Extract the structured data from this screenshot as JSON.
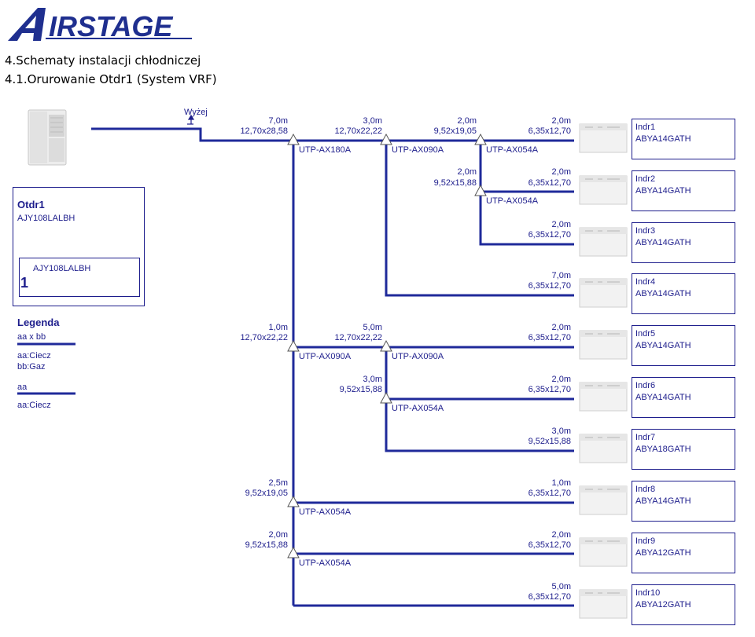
{
  "logo": {
    "text": "AIRSTAGE",
    "color": "#1f2f8f"
  },
  "headings": {
    "section": "4.Schematy instalacji chłodniczej",
    "subsection": "4.1.Orurowanie Otdr1 (System VRF)"
  },
  "colors": {
    "pipe": "#1f2a9a",
    "text": "#1d1d8c"
  },
  "outdoor": {
    "name": "Otdr1",
    "model": "AJY108LALBH",
    "inner_model": "AJY108LALBH",
    "count": "1"
  },
  "height_note": "Wyżej",
  "legend": {
    "title": "Legenda",
    "line1_label": "aa x bb",
    "line1_desc1": "aa:Ciecz",
    "line1_desc2": "bb:Gaz",
    "line2_label": "aa",
    "line2_desc": "aa:Ciecz"
  },
  "main_pipe": {
    "length": "7,0m",
    "size": "12,70x28,58"
  },
  "branch_pipes": [
    {
      "length": "3,0m",
      "size": "12,70x22,22"
    },
    {
      "length": "2,0m",
      "size": "9,52x19,05"
    },
    {
      "length": "2,0m",
      "size": "9,52x15,88"
    },
    {
      "length": "1,0m",
      "size": "12,70x22,22"
    },
    {
      "length": "5,0m",
      "size": "12,70x22,22"
    },
    {
      "length": "3,0m",
      "size": "9,52x15,88"
    },
    {
      "length": "2,5m",
      "size": "9,52x19,05"
    },
    {
      "length": "2,0m",
      "size": "9,52x15,88"
    }
  ],
  "joints": [
    "UTP-AX180A",
    "UTP-AX090A",
    "UTP-AX054A",
    "UTP-AX054A",
    "UTP-AX090A",
    "UTP-AX090A",
    "UTP-AX054A",
    "UTP-AX054A",
    "UTP-AX054A"
  ],
  "indoor_units": [
    {
      "name": "Indr1",
      "model": "ABYA14GATH",
      "length": "2,0m",
      "size": "6,35x12,70"
    },
    {
      "name": "Indr2",
      "model": "ABYA14GATH",
      "length": "2,0m",
      "size": "6,35x12,70"
    },
    {
      "name": "Indr3",
      "model": "ABYA14GATH",
      "length": "2,0m",
      "size": "6,35x12,70"
    },
    {
      "name": "Indr4",
      "model": "ABYA14GATH",
      "length": "7,0m",
      "size": "6,35x12,70"
    },
    {
      "name": "Indr5",
      "model": "ABYA14GATH",
      "length": "2,0m",
      "size": "6,35x12,70"
    },
    {
      "name": "Indr6",
      "model": "ABYA14GATH",
      "length": "2,0m",
      "size": "6,35x12,70"
    },
    {
      "name": "Indr7",
      "model": "ABYA18GATH",
      "length": "3,0m",
      "size": "9,52x15,88"
    },
    {
      "name": "Indr8",
      "model": "ABYA14GATH",
      "length": "1,0m",
      "size": "6,35x12,70"
    },
    {
      "name": "Indr9",
      "model": "ABYA12GATH",
      "length": "2,0m",
      "size": "6,35x12,70"
    },
    {
      "name": "Indr10",
      "model": "ABYA12GATH",
      "length": "5,0m",
      "size": "6,35x12,70"
    }
  ]
}
